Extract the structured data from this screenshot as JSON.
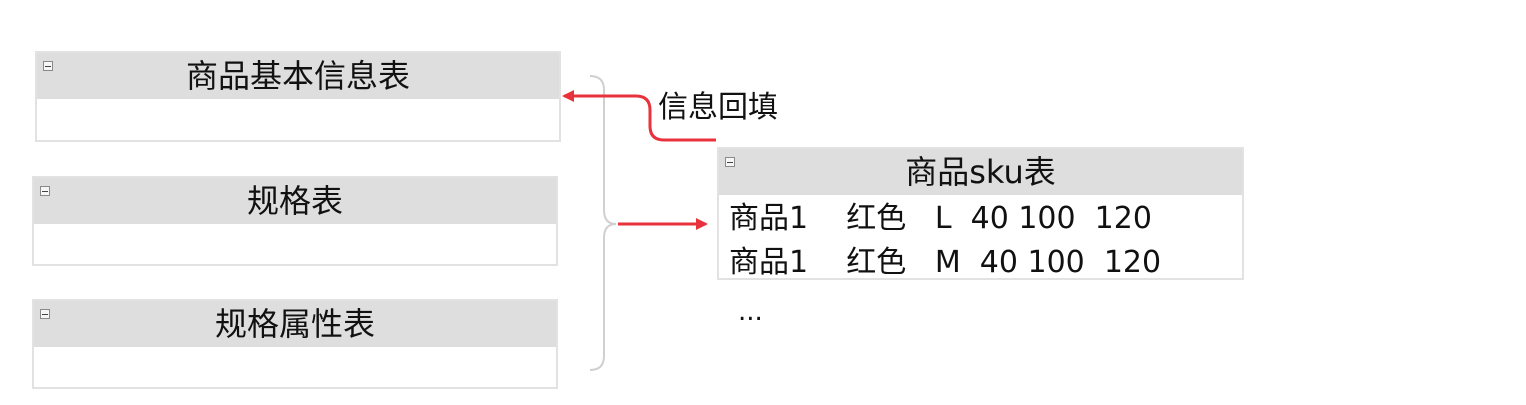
{
  "tables": {
    "basic": {
      "title": "商品基本信息表"
    },
    "spec": {
      "title": "规格表"
    },
    "spec_attr": {
      "title": "规格属性表"
    },
    "sku": {
      "title": "商品sku表",
      "rows": [
        "商品1    红色   L  40 100  120",
        "商品1    红色   M  40 100  120"
      ],
      "ellipsis": "..."
    }
  },
  "annotations": {
    "backfill": "信息回填"
  },
  "colors": {
    "arrow": "#e8323c",
    "bracket": "#d0d0d0",
    "header": "#dedede"
  }
}
